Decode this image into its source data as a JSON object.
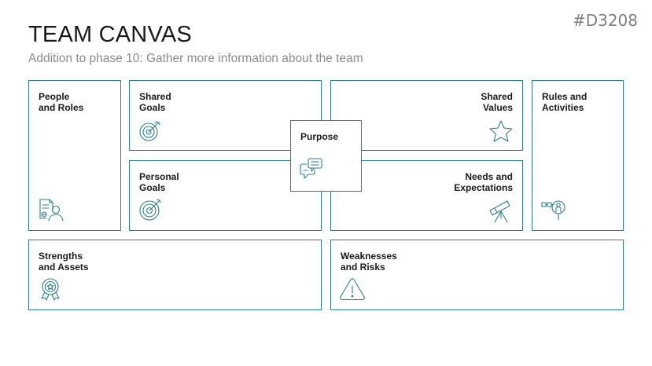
{
  "slide": {
    "code": "#D3208",
    "title": "TEAM CANVAS",
    "subtitle": "Addition to phase 10: Gather more information about the team"
  },
  "canvas": {
    "people": {
      "line1": "People",
      "line2": "and Roles",
      "icon": "people-document-icon"
    },
    "shared_goals": {
      "line1": "Shared",
      "line2": "Goals",
      "icon": "target-icon"
    },
    "purpose": {
      "line1": "Purpose",
      "icon": "speech-bubbles-icon"
    },
    "shared_values": {
      "line1": "Shared",
      "line2": "Values",
      "icon": "star-icon"
    },
    "rules": {
      "line1": "Rules and",
      "line2": "Activities",
      "icon": "person-flags-icon"
    },
    "personal_goals": {
      "line1": "Personal",
      "line2": "Goals",
      "icon": "target-icon"
    },
    "needs": {
      "line1": "Needs and",
      "line2": "Expectations",
      "icon": "telescope-icon"
    },
    "strengths": {
      "line1": "Strengths",
      "line2": "and Assets",
      "icon": "award-icon"
    },
    "weaknesses": {
      "line1": "Weaknesses",
      "line2": "and Risks",
      "icon": "warning-icon"
    }
  },
  "colors": {
    "accent": "#2e7d8a",
    "text": "#1a1a1a",
    "muted": "#8c8c8c"
  }
}
